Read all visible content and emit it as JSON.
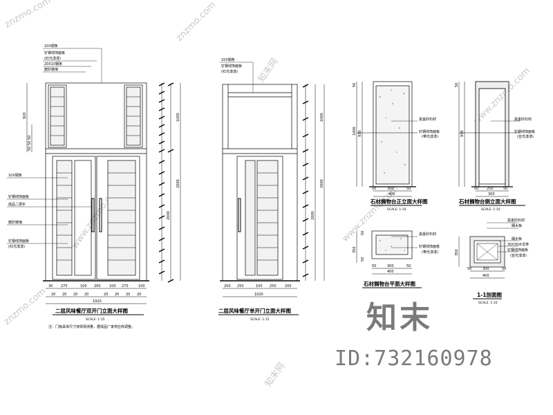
{
  "watermark": {
    "brand": "知末",
    "id_text": "ID:732160978",
    "repeat": [
      "znzmo.com",
      "知末网",
      "www.znzmo.com"
    ]
  },
  "left_elevation": {
    "callouts": [
      "10X钢条",
      "钉钢线饰面板",
      "(红光漆漆)",
      "20X10钢条",
      "磨砂玻璃",
      "10X钢条",
      "钉钢线饰面板",
      "成品二把手",
      "磨砂玻璃",
      "钉钢线饰面板",
      "(红光漆漆)"
    ],
    "vdims_left": [
      "920",
      "50",
      "50",
      "50"
    ],
    "vdims_right": [
      "1000",
      "2000",
      "2000"
    ],
    "bottom_dims": [
      "30",
      "270",
      "100",
      "200",
      "100",
      "270",
      "100"
    ],
    "bottom_sub": [
      "20",
      "20",
      "20",
      "20",
      "20",
      "20",
      "20",
      "20"
    ],
    "total": "1920",
    "title": "二层风味餐厅双开门立面大样图",
    "scale": "SCALE: 1:15",
    "note": "注：门扇具体尺寸待现场测量，据成品厂家供应商调整。"
  },
  "mid_elevation": {
    "callouts": [
      "10X钢条",
      "钉钢线饰面板",
      "(红光漆漆)"
    ],
    "vdims_right": [
      "1000",
      "2000",
      "2000"
    ],
    "bottom_dims": [
      "200",
      "250",
      "100",
      "250",
      "200"
    ],
    "total": "1020",
    "title": "二层风味餐厅单开门立面大样图",
    "scale": "SCALE: 1:15"
  },
  "stone_front": {
    "callouts": [
      "黑金砂石材",
      "钉钢线饰面板",
      "(带光漆漆)"
    ],
    "vdims": [
      "50",
      "1000",
      "930"
    ],
    "bottom_dims": [
      "50",
      "300",
      "50"
    ],
    "total": "400",
    "title": "石材搁物台正立面大样图",
    "scale": "SCALE: 1:10"
  },
  "stone_side": {
    "callouts": [
      "黑金砂石材",
      "钉钢线饰面板",
      "(亚光漆漆)"
    ],
    "vdims": [
      "50",
      "930"
    ],
    "bottom_dims": [
      "50",
      "250",
      "50"
    ],
    "total": "300",
    "title": "石材搁物台侧立面大样图",
    "scale": "SCALE: 1:10"
  },
  "stone_plan": {
    "callouts": [
      "黑金砂石材",
      "钉钢线饰面板",
      "(带光漆漆)"
    ],
    "vdims": [
      "350",
      "50",
      "50"
    ],
    "bottom_dims": [
      "50",
      "300",
      "50"
    ],
    "total": "400",
    "title": "石材搁物台平面大样图"
  },
  "section": {
    "callouts": [
      "黑金砂石材",
      "细木板",
      "细木板",
      "30X30木龙骨",
      "钉钢线饰面板",
      "(亚光漆漆)"
    ],
    "vdims": [
      "350"
    ],
    "bottom_dims": [
      "50",
      "300",
      "50"
    ],
    "total": "400",
    "title": "1-1剖面图",
    "scale": "SCALE: 1:10"
  }
}
